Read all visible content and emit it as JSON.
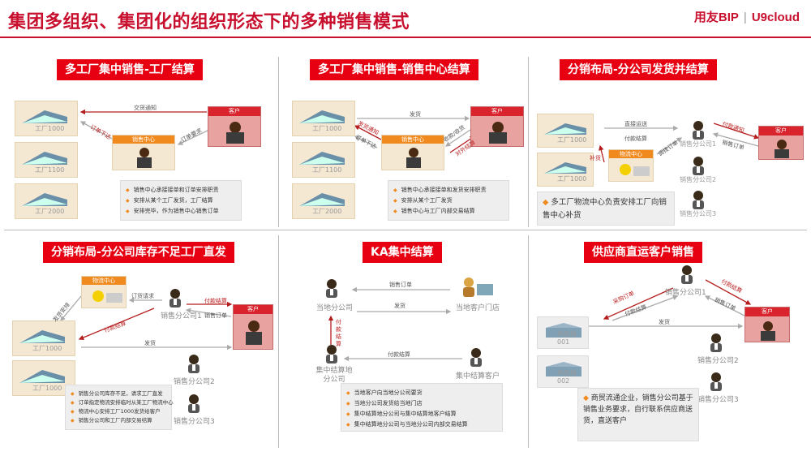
{
  "header": {
    "title": "集团多组织、集团化的组织形态下的多种销售模式",
    "logo_brand": "用友BIP",
    "logo_product": "U9cloud"
  },
  "panels": {
    "p1": {
      "title": "多工厂集中销售-工厂结算",
      "factories": [
        "工厂1000",
        "工厂1100",
        "工厂2000"
      ],
      "customer": "客户",
      "sales_center": "销售中心",
      "arrows": [
        "交货通知",
        "订单下达",
        "订单要求"
      ],
      "notes": [
        "销售中心承接接单和订单安排职责",
        "安排从某个工厂发货，工厂结算",
        "安排完毕，作为销售中心销售订单"
      ]
    },
    "p2": {
      "title": "多工厂集中销售-销售中心结算",
      "factories": [
        "工厂1000",
        "工厂1100",
        "工厂2000"
      ],
      "customer": "客户",
      "sales_center": "销售中心",
      "arrows": [
        "发货",
        "发货通知",
        "订单下达",
        "收款/收货",
        "对外结算"
      ],
      "notes": [
        "销售中心承接接单和发货安排职责",
        "安排从某个工厂发货",
        "销售中心与工厂内部交易结算"
      ]
    },
    "p3": {
      "title": "分销布局-分公司发货并结算",
      "factories": [
        "工厂1000",
        "工厂1000"
      ],
      "customer": "客户",
      "logistics": "物流中心",
      "branches": [
        "销售分公司1",
        "销售分公司2",
        "销售分公司3"
      ],
      "arrows": [
        "直接运送",
        "付款通知",
        "付款结算",
        "调拨订单",
        "补货",
        "销售订单"
      ],
      "note": "多工厂物流中心负责安排工厂向销售中心补货"
    },
    "p4": {
      "title": "分销布局-分公司库存不足工厂直发",
      "factories": [
        "工厂1000",
        "工厂1000"
      ],
      "customer": "客户",
      "logistics": "物流中心",
      "branches": [
        "销售分公司1",
        "销售分公司2",
        "销售分公司3"
      ],
      "arrows": [
        "发货安排",
        "订货请求",
        "付款结算",
        "销售订单",
        "付款结算",
        "发货"
      ],
      "notes": [
        "销售分公司库存不足，请求工厂直发",
        "订单指定物流安排临时从某工厂物流中心",
        "物流中心安排工厂1000发货给客户",
        "销售分公司和工厂内部交易结算"
      ]
    },
    "p5": {
      "title": "KA集中结算",
      "nodes": [
        "当地分公司",
        "当地客户门店",
        "集中结算地分公司",
        "集中结算客户"
      ],
      "arrows": [
        "销售订单",
        "发货",
        "付款结算",
        "付款结算"
      ],
      "notes": [
        "当地客户向当地分公司要货",
        "当地分公司发货给当地门店",
        "集中结算地分公司与集中结算地客户结算",
        "集中结算地分公司与当地分公司内部交易结算"
      ]
    },
    "p6": {
      "title": "供应商直运客户销售",
      "suppliers": [
        "供应商001",
        "供应商002"
      ],
      "customer": "客户",
      "branches": [
        "销售分公司1",
        "销售分公司2",
        "销售分公司3"
      ],
      "arrows": [
        "采购订单",
        "付款结算",
        "发货",
        "付款结算",
        "销售订单"
      ],
      "note": "商贸流通企业，销售分公司基于销售业务要求，自行联系供应商送货，直送客户"
    }
  }
}
